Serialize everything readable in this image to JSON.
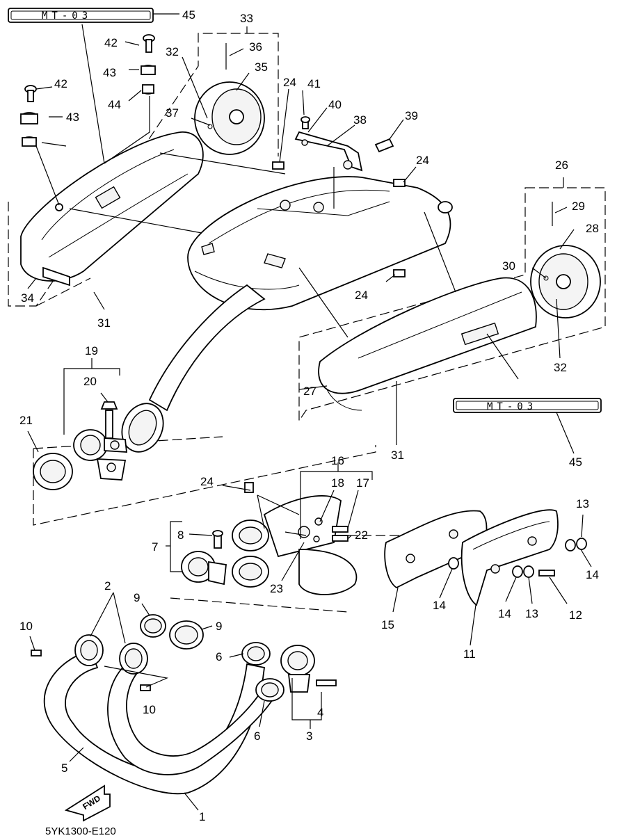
{
  "diagram": {
    "emblem_text": "MT-03",
    "forward_label": "FWD",
    "figure_code": "5YK1300-E120",
    "callouts": {
      "c1": "1",
      "c2": "2",
      "c3": "3",
      "c4": "4",
      "c5": "5",
      "c6a": "6",
      "c6b": "6",
      "c7": "7",
      "c8": "8",
      "c9a": "9",
      "c9b": "9",
      "c10a": "10",
      "c10b": "10",
      "c11": "11",
      "c12": "12",
      "c13a": "13",
      "c13b": "13",
      "c14a": "14",
      "c14b": "14",
      "c14c": "14",
      "c15": "15",
      "c16": "16",
      "c17": "17",
      "c18": "18",
      "c19": "19",
      "c20": "20",
      "c21": "21",
      "c22": "22",
      "c23": "23",
      "c24a": "24",
      "c24b": "24",
      "c24c": "24",
      "c24d": "24",
      "c26": "26",
      "c27": "27",
      "c28": "28",
      "c29": "29",
      "c30": "30",
      "c31a": "31",
      "c31b": "31",
      "c32a": "32",
      "c32b": "32",
      "c33": "33",
      "c34": "34",
      "c35": "35",
      "c36": "36",
      "c37": "37",
      "c38": "38",
      "c39": "39",
      "c40": "40",
      "c41": "41",
      "c42a": "42",
      "c42b": "42",
      "c43a": "43",
      "c43b": "43",
      "c44": "44",
      "c45a": "45",
      "c45b": "45"
    }
  }
}
